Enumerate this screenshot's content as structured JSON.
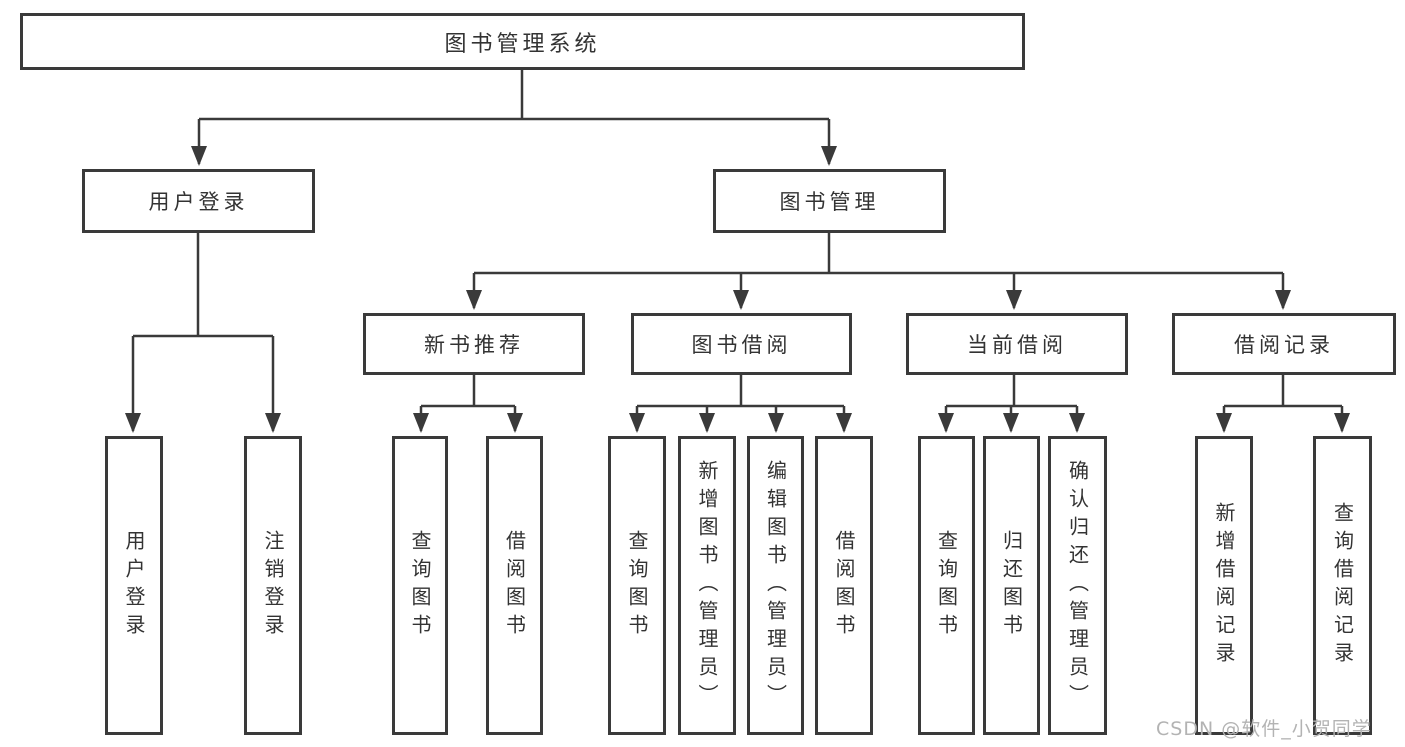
{
  "diagram": {
    "title": "图书管理系统",
    "type": "function-structure-tree",
    "tree": {
      "label": "图书管理系统",
      "children": [
        {
          "label": "用户登录",
          "children": [
            {
              "label": "用户登录"
            },
            {
              "label": "注销登录"
            }
          ]
        },
        {
          "label": "图书管理",
          "children": [
            {
              "label": "新书推荐",
              "children": [
                {
                  "label": "查询图书"
                },
                {
                  "label": "借阅图书"
                }
              ]
            },
            {
              "label": "图书借阅",
              "children": [
                {
                  "label": "查询图书"
                },
                {
                  "label": "新增图书（管理员）"
                },
                {
                  "label": "编辑图书（管理员）"
                },
                {
                  "label": "借阅图书"
                }
              ]
            },
            {
              "label": "当前借阅",
              "children": [
                {
                  "label": "查询图书"
                },
                {
                  "label": "归还图书"
                },
                {
                  "label": "确认归还（管理员）"
                }
              ]
            },
            {
              "label": "借阅记录",
              "children": [
                {
                  "label": "新增借阅记录"
                },
                {
                  "label": "查询借阅记录"
                }
              ]
            }
          ]
        }
      ]
    },
    "colors": {
      "line": "#3a3a3a",
      "border": "#3a3a3a",
      "text": "#333333",
      "background": "#ffffff",
      "watermark_text": "#b3b3b3"
    }
  },
  "watermark": {
    "label": "CSDN @软件_小贺同学"
  }
}
